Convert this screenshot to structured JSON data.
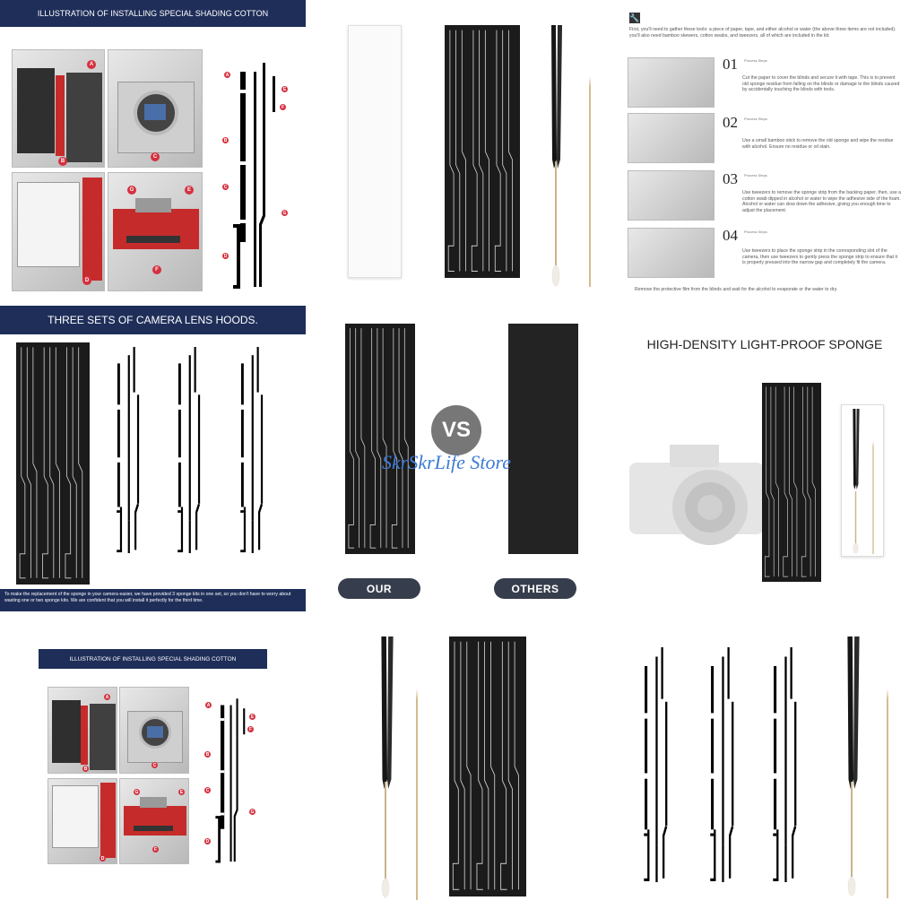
{
  "panels": {
    "installing": {
      "title": "ILLUSTRATION OF INSTALLING SPECIAL SHADING COTTON",
      "letters": {
        "a": "A",
        "b": "B",
        "c": "C",
        "d": "D",
        "e": "E",
        "f": "F",
        "g": "G"
      }
    },
    "steps": {
      "intro": "First, you'll need to gather these tools: a piece of paper, tape, and either alcohol or water (the above three items are not included). you'll also need bamboo skewers, cotton swabs, and tweezers, all of which are included in the kit.",
      "step_tag": "Process Steps",
      "items": [
        {
          "number": "01",
          "text": "Cut the paper to cover the blinds and secure it with tape. This is to prevent old sponge residue from falling on the blinds or damage to the blinds caused by accidentally touching the blinds with tools."
        },
        {
          "number": "02",
          "text": "Use a small bamboo stick to remove the old sponge and wipe the residue with alcohol. Ensure no residue or oil stain."
        },
        {
          "number": "03",
          "text": "Use tweezers to remove the sponge strip from the backing paper, then, use a cotton swab dipped in alcohol or water to wipe the adhesive side of the foam. Alcohol or water can slow down the adhesive, giving you enough time to adjust the placement."
        },
        {
          "number": "04",
          "text": "Use tweezers to place the sponge strip in the corresponding slot of the camera, then use tweezers to gently press the sponge strip to ensure that it is properly pressed into the narrow gap and completely fit the camera."
        }
      ],
      "outro": "Remove the protective film from the blinds and wait for the alcohol to evaporate or the water to dry."
    },
    "hoods": {
      "title": "THREE SETS OF CAMERA LENS HOODS.",
      "caption": "To make the replacement of the sponge in your camera easier, we have provided 3 sponge kits in one set, so you don't have to worry about wasting one or two sponge kits. We are confident that you will install it perfectly for the third time."
    },
    "compare": {
      "vs": "VS",
      "ours": "OUR",
      "others": "OTHERS",
      "watermark": "SkrSkrLife Store"
    },
    "density": {
      "title": "HIGH-DENSITY LIGHT-PROOF SPONGE"
    }
  },
  "colors": {
    "navy": "#1f2e59",
    "red": "#d5303e",
    "pill": "#363e4d",
    "watermark": "#3d7bd4"
  }
}
